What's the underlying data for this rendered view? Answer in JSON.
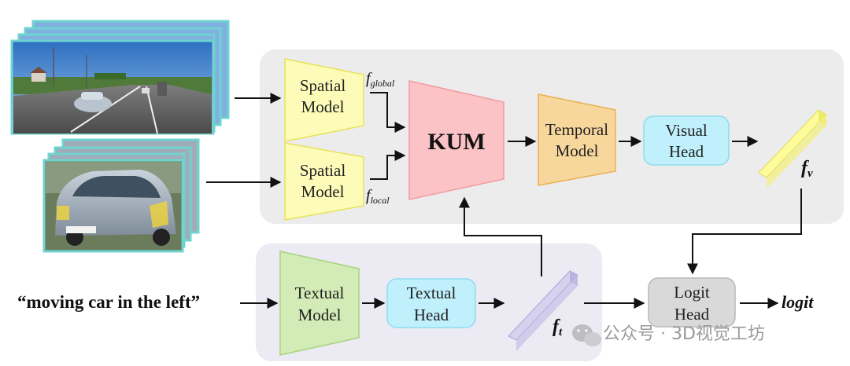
{
  "modules": {
    "spatial_global": {
      "line1": "Spatial",
      "line2": "Model"
    },
    "spatial_local": {
      "line1": "Spatial",
      "line2": "Model"
    },
    "kum": "KUM",
    "temporal": {
      "line1": "Temporal",
      "line2": "Model"
    },
    "visual_head": {
      "line1": "Visual",
      "line2": "Head"
    },
    "textual_model": {
      "line1": "Textual",
      "line2": "Model"
    },
    "textual_head": {
      "line1": "Textual",
      "line2": "Head"
    },
    "logit_head": {
      "line1": "Logit",
      "line2": "Head"
    }
  },
  "features": {
    "global": {
      "base": "f",
      "sub": "global"
    },
    "local": {
      "base": "f",
      "sub": "local"
    },
    "visual": {
      "base": "f",
      "sub": "v"
    },
    "text": {
      "base": "f",
      "sub": "t"
    }
  },
  "query_text": "“moving car in the left”",
  "output_label": "logit",
  "watermark": "公众号 · 3D视觉工坊",
  "colors": {
    "visual_panel": "#ececec",
    "text_panel": "#eceaf3",
    "spatial": "#fdfbb8",
    "kum": "#fbc3c6",
    "temporal": "#f8d79d",
    "head": "#bff0fb",
    "textual_model": "#d3ecb7",
    "logit": "#d9d9d9",
    "frame_border": "#6fd3cf"
  }
}
